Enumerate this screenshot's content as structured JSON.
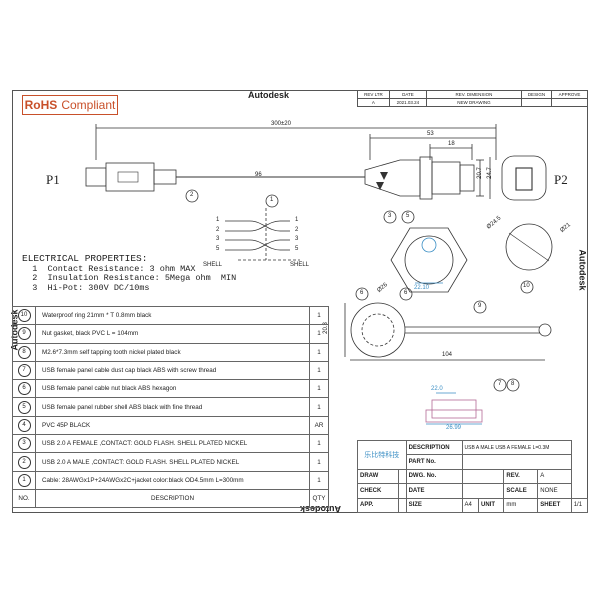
{
  "rohs": {
    "bold": "RoHS",
    "text": "Compliant"
  },
  "watermark": "Autodesk",
  "rev_block": {
    "headers": [
      "REV LTR",
      "DATE",
      "REV. DIMENSION",
      "DESIGN",
      "APPROVE"
    ],
    "row": [
      "A",
      "2021.03.24",
      "NEW DRAWING",
      "",
      ""
    ]
  },
  "dims": {
    "total": "300±20",
    "d53": "53",
    "d18": "18",
    "d207": "20.7",
    "d247": "24.7",
    "d96": "96",
    "dia245": "Ø24.5",
    "dia21": "Ø21",
    "d22": "22.10",
    "dia26": "Ø26",
    "d203": "20.3",
    "d104": "104",
    "d220": "22.0",
    "d2699": "26.99"
  },
  "labels": {
    "p1": "P1",
    "p2": "P2",
    "shell": "SHELL"
  },
  "wiring": {
    "left": [
      "1",
      "2",
      "3",
      "5"
    ],
    "right": [
      "1",
      "2",
      "3",
      "5"
    ]
  },
  "electrical": {
    "title": "ELECTRICAL  PROPERTIES:",
    "lines": [
      "  1  Contact Resistance: 3 ohm MAX",
      "  2  Insulation Resistance: 5Mega ohm  MIN",
      "  3  Hi-Pot: 300V DC/10ms"
    ]
  },
  "bom": {
    "rows": [
      {
        "no": "10",
        "desc": "Waterproof ring 21mm * T 0.8mm  black",
        "qty": "1"
      },
      {
        "no": "9",
        "desc": "Nut gasket, black PVC L = 104mm",
        "qty": "1"
      },
      {
        "no": "8",
        "desc": "M2.6*7.3mm self tapping tooth nickel plated black",
        "qty": "1"
      },
      {
        "no": "7",
        "desc": "USB female panel cable dust cap black ABS with screw thread",
        "qty": "1"
      },
      {
        "no": "6",
        "desc": " USB female panel cable nut black ABS hexagon",
        "qty": "1"
      },
      {
        "no": "5",
        "desc": "USB female panel rubber shell ABS black with fine thread",
        "qty": "1"
      },
      {
        "no": "4",
        "desc": "PVC 45P BLACK",
        "qty": "AR"
      },
      {
        "no": "3",
        "desc": "USB 2.0 A FEMALE ,CONTACT: GOLD FLASH. SHELL PLATED NICKEL",
        "qty": "1"
      },
      {
        "no": "2",
        "desc": "USB 2.0 A MALE ,CONTACT: GOLD FLASH. SHELL PLATED NICKEL",
        "qty": "1"
      },
      {
        "no": "1",
        "desc": "Cable: 28AWGx1P+24AWGx2C+jacket color:black OD4.5mm  L=300mm",
        "qty": "1"
      }
    ],
    "footer": {
      "no": "NO.",
      "desc": "DESCRIPTION",
      "qty": "QTY"
    }
  },
  "title_block": {
    "logo_text": "乐比特科技",
    "description_label": "DESCRIPTION",
    "description": "USB A MALE USB A FEMALE L=0.3M",
    "part_no": "PART No.",
    "draw": "DRAW",
    "dwg_no": "DWG. No.",
    "rev": "REV.",
    "rev_val": "A",
    "check": "CHECK",
    "date": "DATE",
    "scale": "SCALE",
    "scale_val": "NONE",
    "app": "APP.",
    "size": "SIZE",
    "size_val": "A4",
    "unit": "UNIT",
    "unit_val": "mm",
    "sheet": "SHEET",
    "sheet_val": "1/1"
  },
  "colors": {
    "rohs": "#c8502a",
    "line": "#333333",
    "blue": "#3a8ec4",
    "pink": "#b46a96",
    "cap": "#d89a9a"
  }
}
